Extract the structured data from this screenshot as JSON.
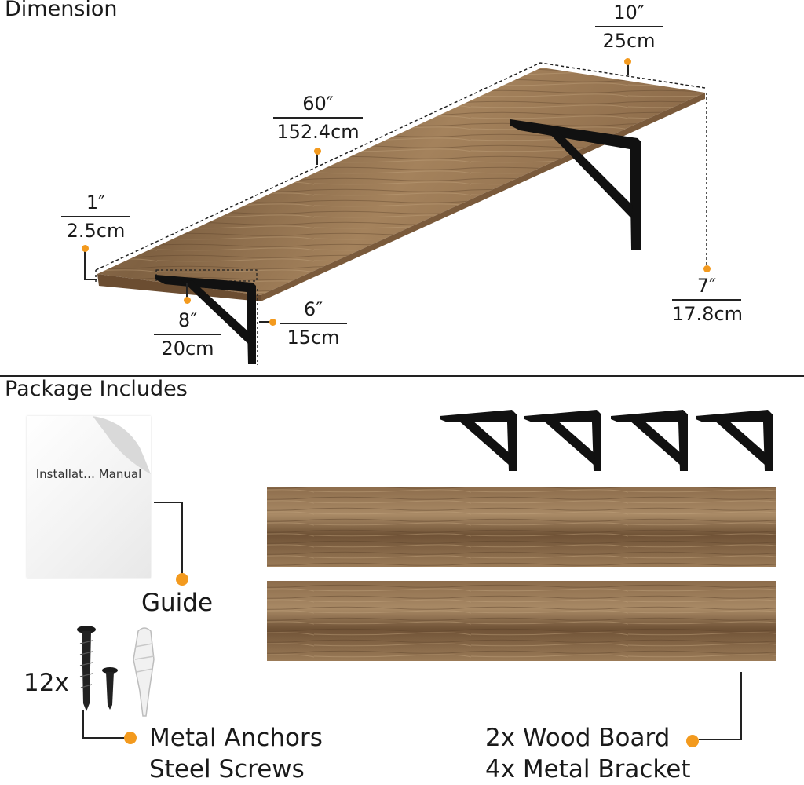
{
  "sections": {
    "dimension_title": "Dimension",
    "package_title": "Package Includes"
  },
  "dimensions": {
    "depth": {
      "imperial": "10″",
      "metric": "25cm"
    },
    "length": {
      "imperial": "60″",
      "metric": "152.4cm"
    },
    "thickness": {
      "imperial": "1″",
      "metric": "2.5cm"
    },
    "bracket_depth": {
      "imperial": "8″",
      "metric": "20cm"
    },
    "bracket_height_small": {
      "imperial": "6″",
      "metric": "15cm"
    },
    "bracket_height": {
      "imperial": "7″",
      "metric": "17.8cm"
    }
  },
  "package": {
    "manual_text": "Installat… Manual",
    "guide_label": "Guide",
    "hardware_count": "12x",
    "hardware_line1": "Metal Anchors",
    "hardware_line2": "Steel Screws",
    "boards_line1": "2x Wood Board",
    "boards_line2": "4x Metal Bracket"
  },
  "colors": {
    "accent": "#f39a1e",
    "wood": "#8a6a48",
    "bracket": "#111111"
  }
}
